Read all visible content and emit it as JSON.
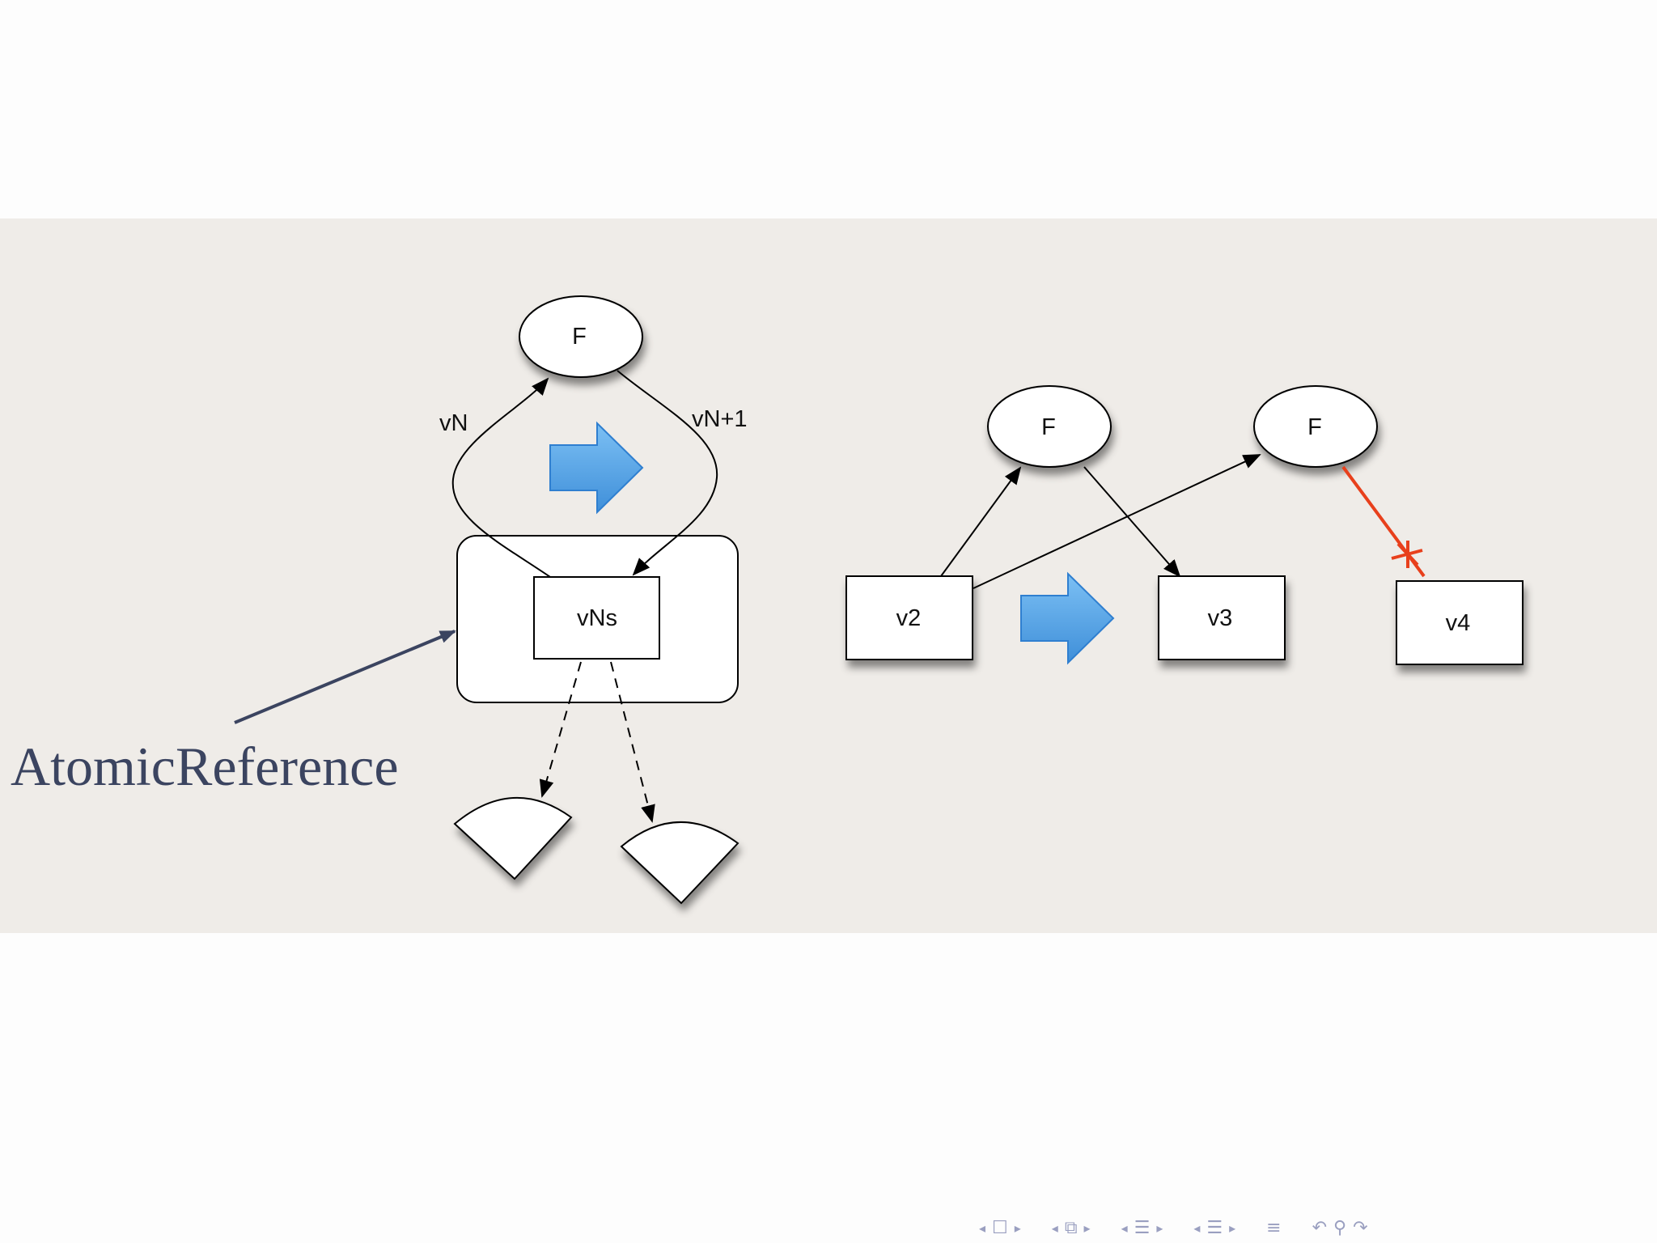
{
  "diagram": {
    "left": {
      "node_f": "F",
      "edge_out_label": "vN",
      "edge_in_label": "vN+1",
      "node_vns": "vNs",
      "caption": "AtomicReference"
    },
    "right": {
      "node_f1": "F",
      "node_f2": "F",
      "node_v2": "v2",
      "node_v3": "v3",
      "node_v4": "v4"
    }
  },
  "colors": {
    "photo_background": "#efece8",
    "arrow_blue": "#4aa0e6",
    "cut_edge_red": "#e8401c",
    "caption_navy": "#3b4460"
  },
  "nav": {
    "icons": [
      "prev-frame-icon",
      "frame-icon",
      "next-frame-icon",
      "section-icon",
      "subsection-icon",
      "align-icon",
      "search-icon",
      "back-icon"
    ]
  }
}
